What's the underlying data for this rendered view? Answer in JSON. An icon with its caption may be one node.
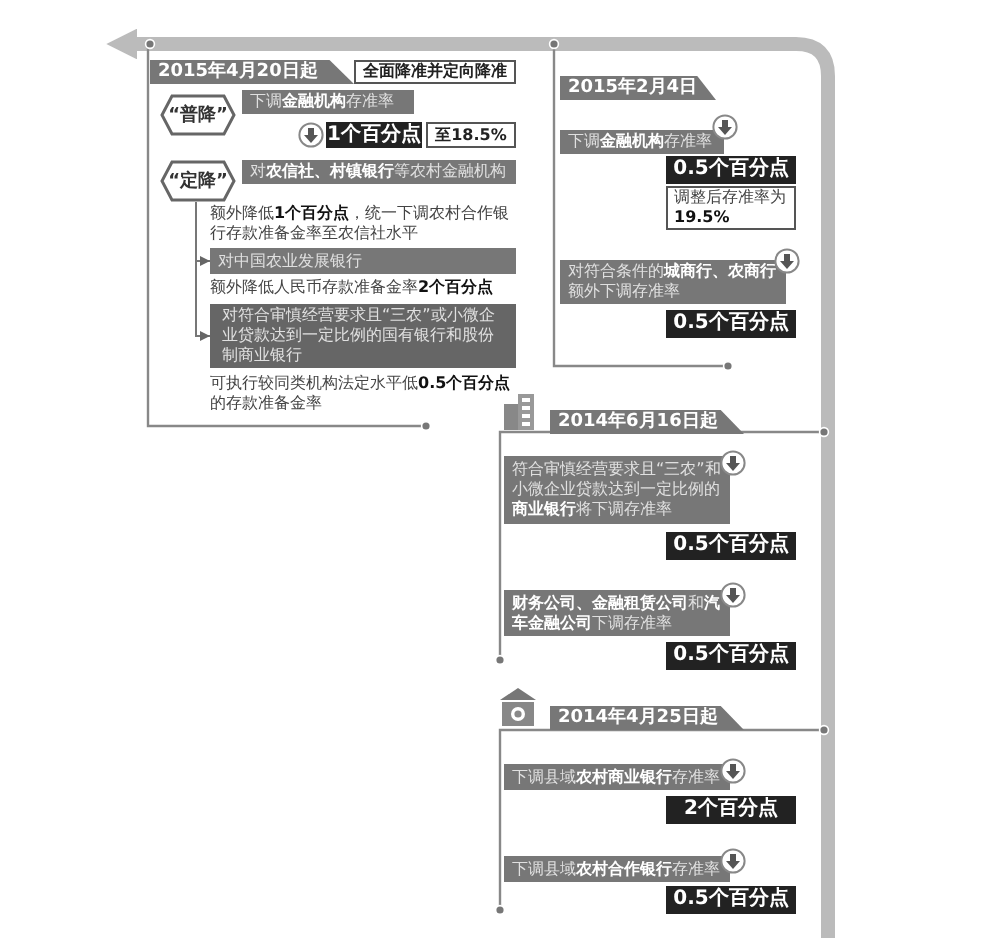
{
  "diagram": {
    "nodes": [
      {
        "text": [
          "2015年4月20日起"
        ]
      },
      {
        "text": [
          "全面降准并定向降准"
        ]
      },
      {
        "text": [
          "“普降”"
        ]
      },
      {
        "text": [
          "下调**金融机构**存准率"
        ]
      },
      {
        "text": [
          "1个百分点"
        ]
      },
      {
        "text": [
          "至18.5%"
        ]
      },
      {
        "text": [
          "“定降”"
        ]
      },
      {
        "text": [
          "对**农信社、村镇银行**等农村金融机构"
        ]
      },
      {
        "text": [
          "对中国农业发展银行"
        ]
      },
      {
        "text": [
          "对符合审慎经营要求且“三农”或小微企业贷款达到一定比例的国有银行和股份制商业银行"
        ]
      },
      {
        "text": [
          "2015年2月4日"
        ]
      },
      {
        "text": [
          "下调**金融机构**存准率"
        ]
      },
      {
        "text": [
          "0.5个百分点"
        ]
      },
      {
        "text": [
          "调整后存准率为**19.5%**"
        ]
      },
      {
        "text": [
          "对符合条件的**城商行、农商行**额外下调存准率"
        ]
      },
      {
        "text": [
          "0.5个百分点"
        ]
      },
      {
        "text": [
          "2014年6月16日起"
        ]
      },
      {
        "text": [
          "符合审慎经营要求且“三农”和小微企业贷款达到一定比例的**商业银行**将下调存准率"
        ]
      },
      {
        "text": [
          "0.5个百分点"
        ]
      },
      {
        "text": [
          "**财务公司、金融租赁公司**和**汽车金融公司**下调存准率"
        ]
      },
      {
        "text": [
          "0.5个百分点"
        ]
      },
      {
        "text": [
          "2014年4月25日起"
        ]
      },
      {
        "text": [
          "下调县域**农村商业银行**存准率"
        ]
      },
      {
        "text": [
          "2个百分点"
        ]
      },
      {
        "text": [
          "下调县域**农村合作银行**存准率"
        ]
      },
      {
        "text": [
          "0.5个百分点"
        ]
      }
    ],
    "edges": [
      {
        "from": 6,
        "to": 8,
        "arrow": "to"
      },
      {
        "from": 6,
        "to": 9,
        "arrow": "to"
      }
    ],
    "labels": [
      "额外降低**1个百分点**，统一下调农村合作银行存款准备金率至农信社水平",
      "额外降低人民币存款准备金率**2个百分点**",
      "可执行较同类机构法定水平低**0.5个百分点**的存款准备金率"
    ]
  }
}
